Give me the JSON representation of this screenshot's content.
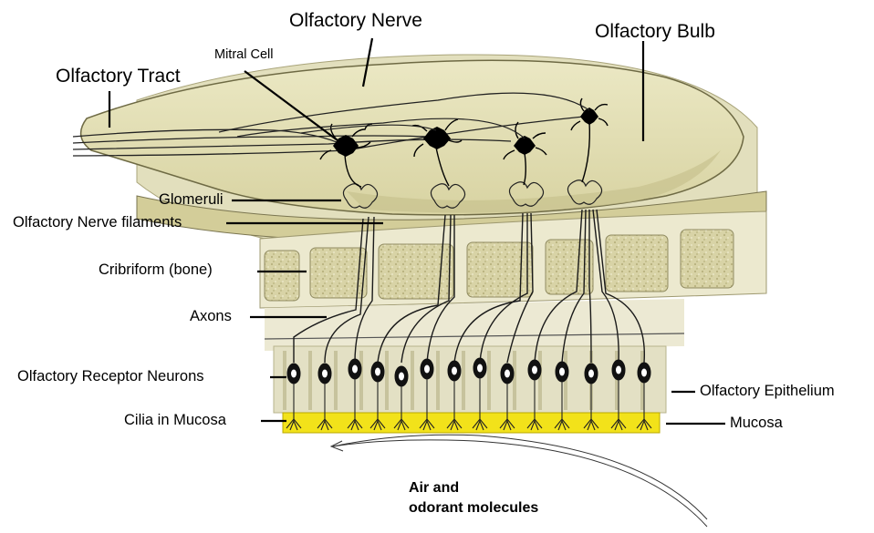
{
  "labels": {
    "olfactory_tract": "Olfactory Tract",
    "olfactory_nerve": "Olfactory Nerve",
    "olfactory_bulb": "Olfactory Bulb",
    "mitral_cell": "Mitral Cell",
    "glomeruli": "Glomeruli",
    "olfactory_nerve_filaments": "Olfactory Nerve filaments",
    "cribriform": "Cribriform (bone)",
    "axons": "Axons",
    "olfactory_receptor_neurons": "Olfactory Receptor Neurons",
    "cilia_in_mucosa": "Cilia in Mucosa",
    "olfactory_epithelium": "Olfactory Epithelium",
    "mucosa": "Mucosa",
    "air_line1": "Air and",
    "air_line2": "odorant molecules"
  },
  "colors": {
    "bulb_fill": "#e6e2b6",
    "bulb_shadow": "#c9c390",
    "bone_fill": "#efedd8",
    "bone_cell": "#d9d5ad",
    "epithelium": "#e4e1c6",
    "mucosa": "#f2e21a",
    "ink": "#000000"
  }
}
